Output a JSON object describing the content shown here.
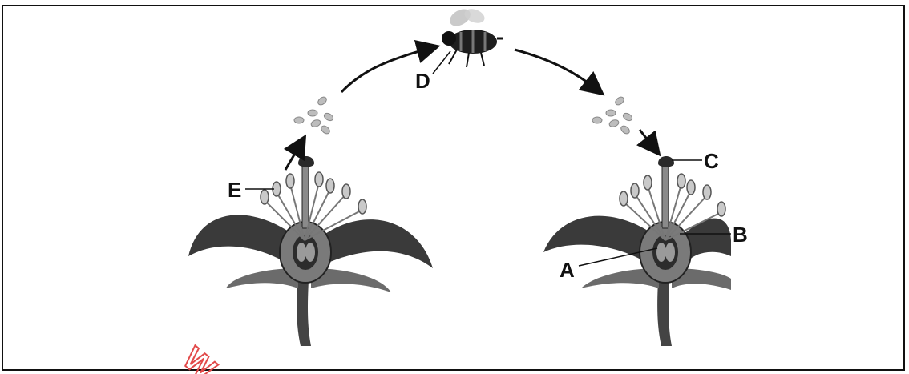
{
  "labels": {
    "A": "A",
    "B": "B",
    "C": "C",
    "D": "D",
    "E": "E"
  },
  "watermark": "W",
  "colors": {
    "frame": "#111111",
    "petal_dark": "#3a3a3a",
    "petal_mid": "#6b6b6b",
    "petal_light": "#9a9a9a",
    "pollen": "#bdbdbd",
    "watermark": "#e24a4a"
  }
}
